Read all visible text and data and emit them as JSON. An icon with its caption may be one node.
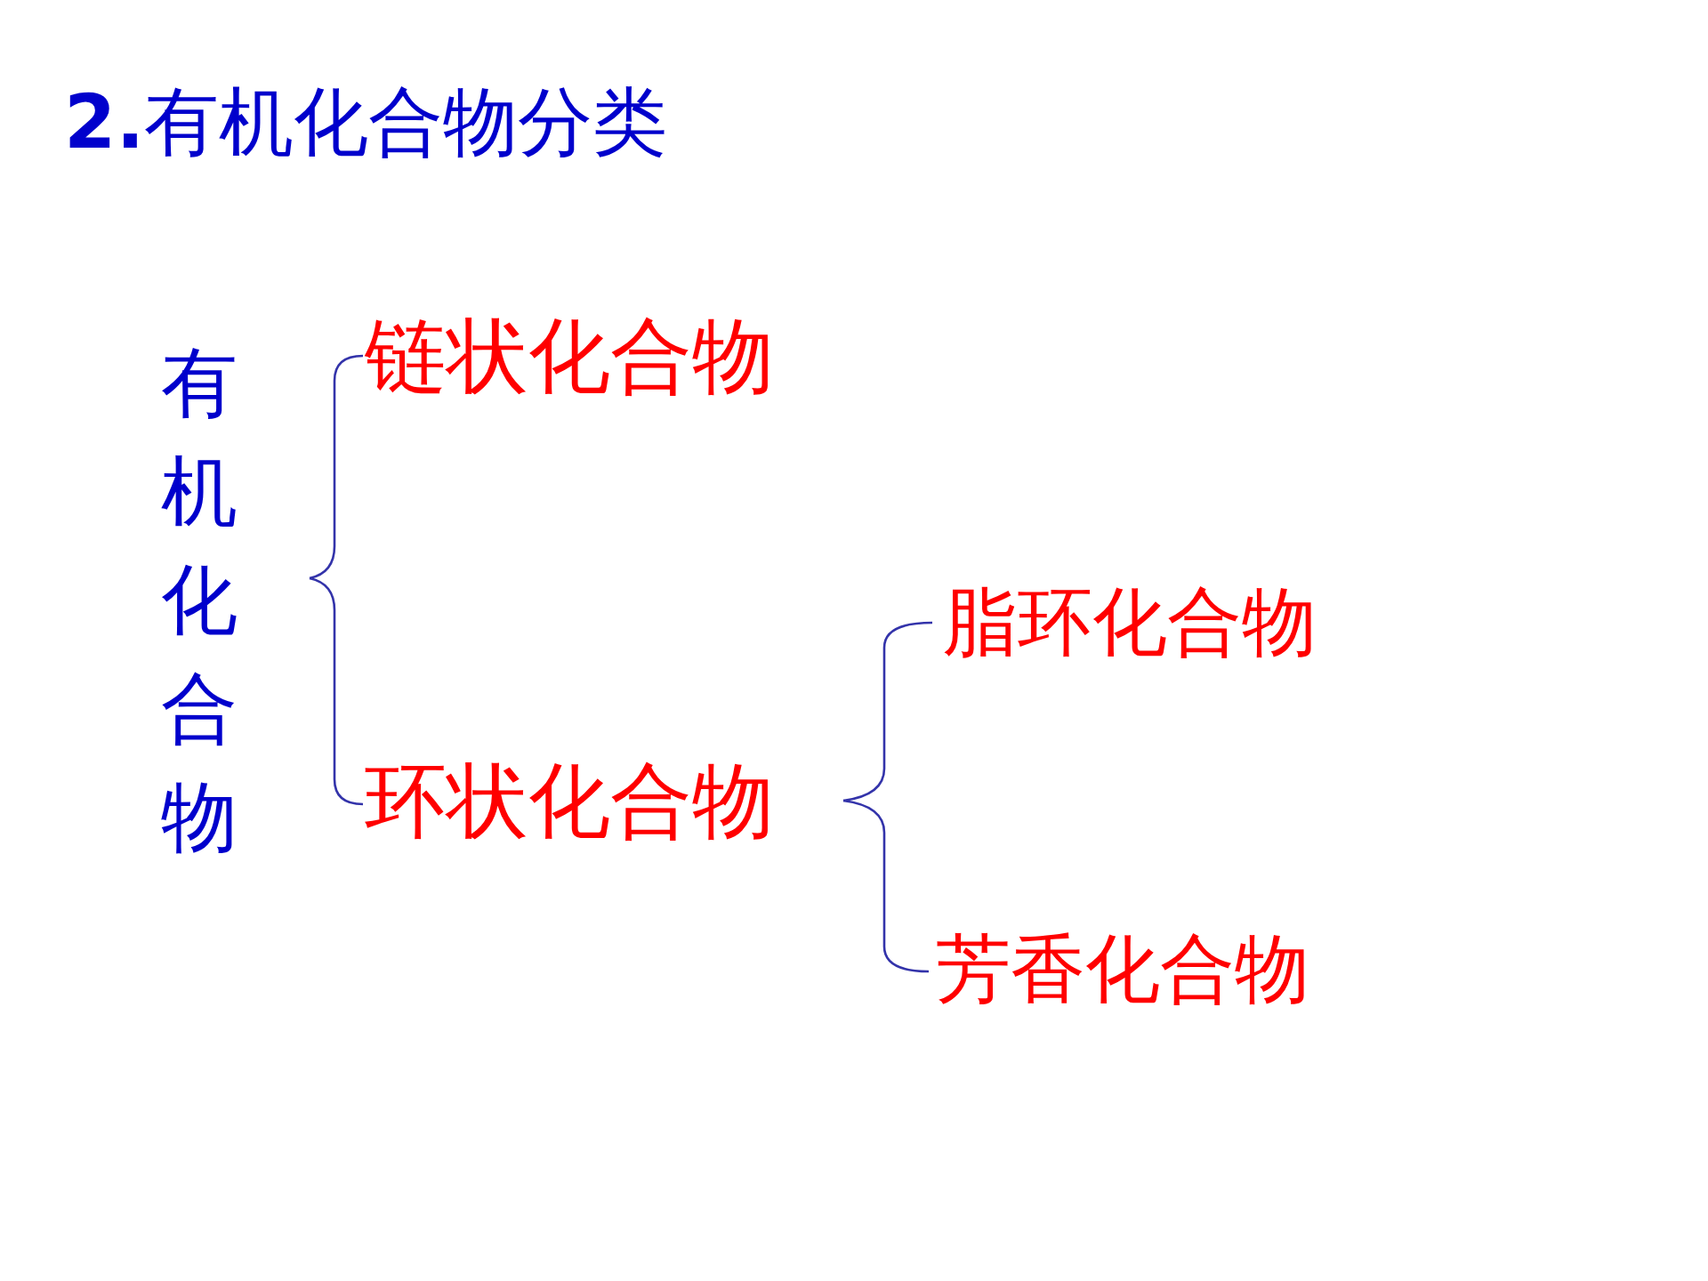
{
  "diagram": {
    "title": "**2.**有机化合物分类",
    "nodes": [
      {
        "text": [
          "有机化合物"
        ]
      },
      {
        "text": [
          "链状化合物"
        ]
      },
      {
        "text": [
          "环状化合物"
        ]
      },
      {
        "text": [
          "脂环化合物"
        ]
      },
      {
        "text": [
          "芳香化合物"
        ]
      }
    ],
    "edges": [
      {
        "from": 0,
        "to": 1,
        "arrow": "none"
      },
      {
        "from": 0,
        "to": 2,
        "arrow": "none"
      },
      {
        "from": 2,
        "to": 3,
        "arrow": "none"
      },
      {
        "from": 2,
        "to": 4,
        "arrow": "none"
      }
    ]
  }
}
